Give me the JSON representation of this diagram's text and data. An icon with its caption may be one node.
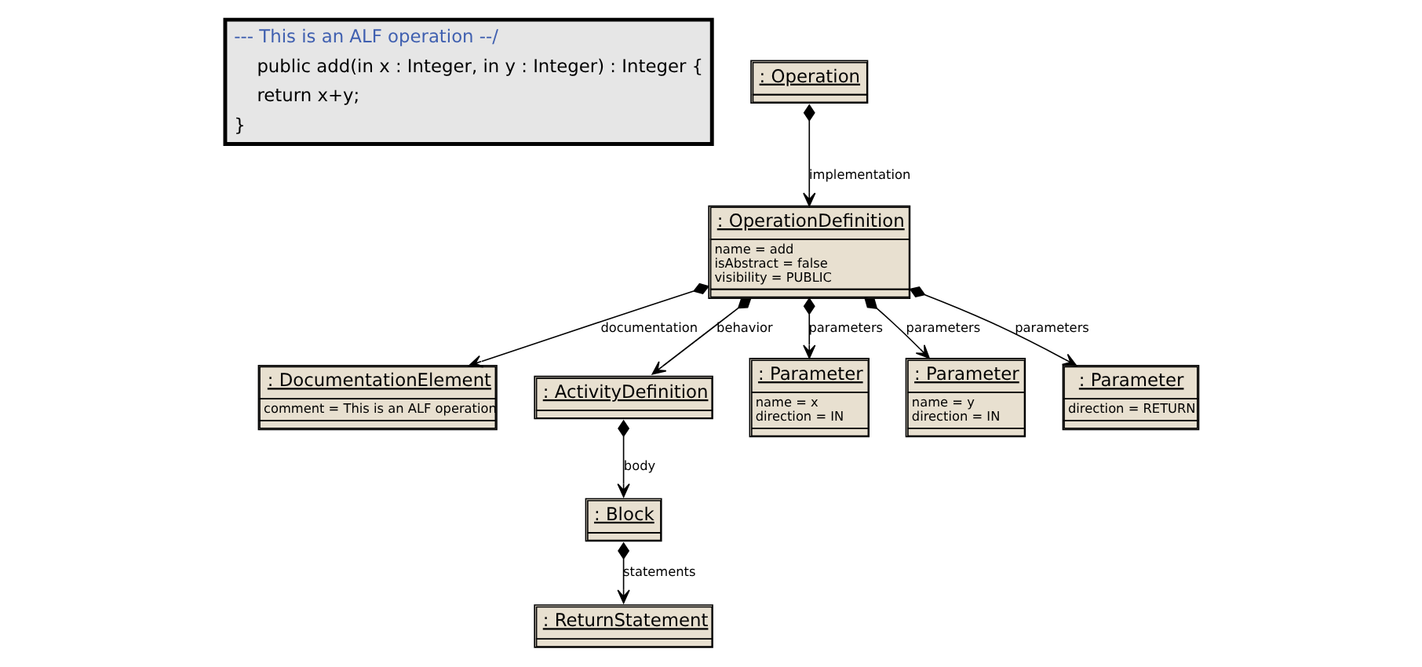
{
  "diagram": {
    "nodes": [
      {
        "text": [
          "--- This is an ALF operation --/",
          "public add(in x : Integer, in y : Integer) : Integer {",
          "return x+y;",
          "}"
        ]
      },
      {
        "text": [
          ": Operation"
        ]
      },
      {
        "text": [
          ": OperationDefinition",
          "name = add",
          "isAbstract = false",
          "visibility = PUBLIC"
        ]
      },
      {
        "text": [
          ": DocumentationElement",
          "comment = This is an ALF operation"
        ]
      },
      {
        "text": [
          ": ActivityDefinition"
        ]
      },
      {
        "text": [
          ": Block"
        ]
      },
      {
        "text": [
          ": ReturnStatement"
        ]
      },
      {
        "text": [
          ": Parameter",
          "name = x",
          "direction = IN"
        ]
      },
      {
        "text": [
          ": Parameter",
          "name = y",
          "direction = IN"
        ]
      },
      {
        "text": [
          ": Parameter",
          "direction = RETURN"
        ]
      }
    ],
    "edges": [
      {
        "from": 1,
        "to": 2,
        "arrow": "to",
        "label": "implementation"
      },
      {
        "from": 2,
        "to": 3,
        "arrow": "to",
        "label": "documentation"
      },
      {
        "from": 2,
        "to": 4,
        "arrow": "to",
        "label": "behavior"
      },
      {
        "from": 4,
        "to": 5,
        "arrow": "to",
        "label": "body"
      },
      {
        "from": 5,
        "to": 6,
        "arrow": "to",
        "label": "statements"
      },
      {
        "from": 2,
        "to": 7,
        "arrow": "to",
        "label": "parameters"
      },
      {
        "from": 2,
        "to": 8,
        "arrow": "to",
        "label": "parameters"
      },
      {
        "from": 2,
        "to": 9,
        "arrow": "to",
        "label": "parameters"
      }
    ]
  }
}
